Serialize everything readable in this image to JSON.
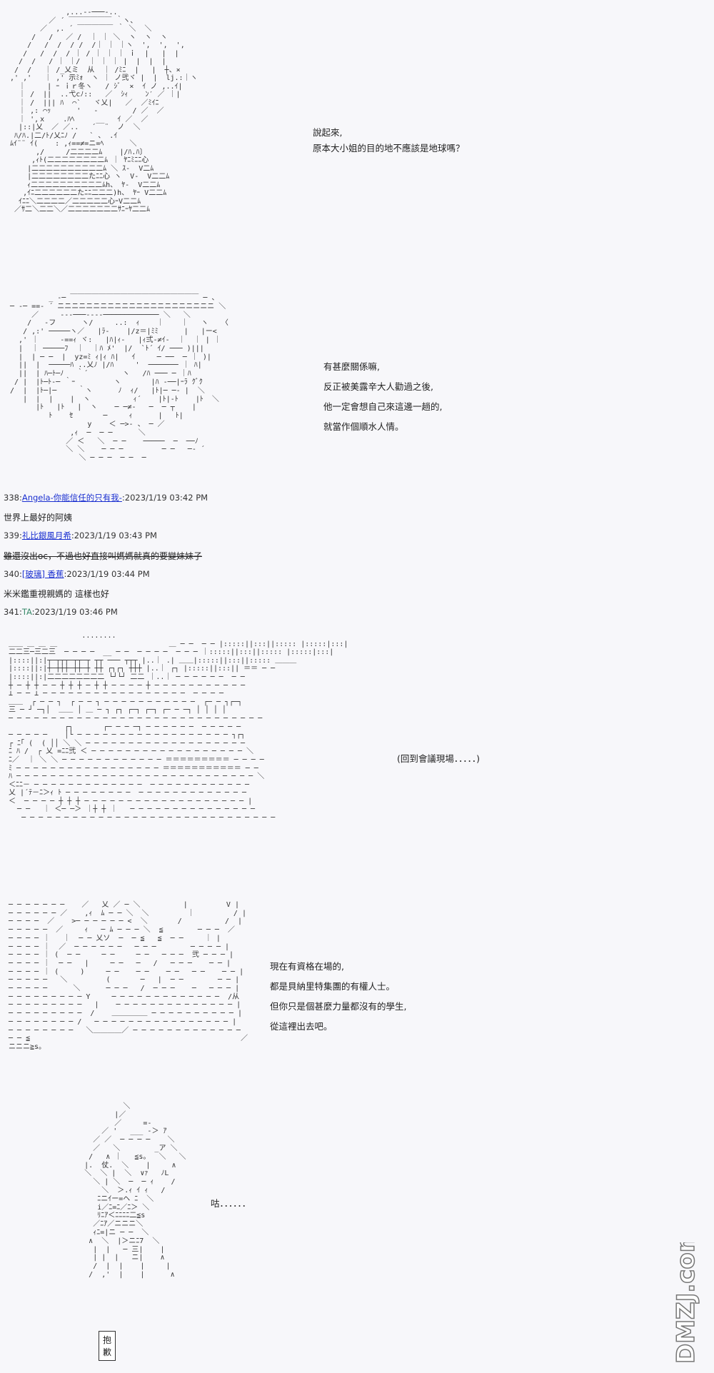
{
  "panel1": {
    "lines": [
      "說起來,",
      "原本大小姐的目的地不應該是地球嗎？"
    ]
  },
  "panel2": {
    "lines": [
      "有甚麼關係嘛,",
      "反正被美露辛大人勸過之後,",
      "他一定會想自己來這邊一趟的,",
      "就當作個順水人情。"
    ]
  },
  "posts": [
    {
      "num": "338:",
      "name": "Angela-你能信任的只有我-",
      "time": ":2023/1/19 03:42 PM",
      "body": "世界上最好的阿姨"
    },
    {
      "num": "339:",
      "name": "礼比銀風月希",
      "time": ":2023/1/19 03:43 PM",
      "body": "雖還沒出oc，不過也好直接叫媽媽就真的要變妹妹子"
    },
    {
      "num": "340:",
      "name": "[玻璃] 香蕉",
      "time": ":2023/1/19 03:44 PM",
      "body": "米米鑑重視親媽的 這樣也好"
    },
    {
      "num": "341:",
      "name": "TA",
      "time": ":2023/1/19 03:46 PM",
      "body": ""
    }
  ],
  "panel3": {
    "caption": "(回到會議現場．．．．．)"
  },
  "panel4": {
    "lines": [
      "現在有資格在場的,",
      "都是貝納里特集團的有權人士。",
      "但你只是個甚麼力量都沒有的學生,",
      "從這裡出去吧。"
    ]
  },
  "panel5": {
    "line": "咕．．．．．．",
    "box": "抱歉"
  },
  "watermark": {
    "text": "DMZJ.com"
  }
}
